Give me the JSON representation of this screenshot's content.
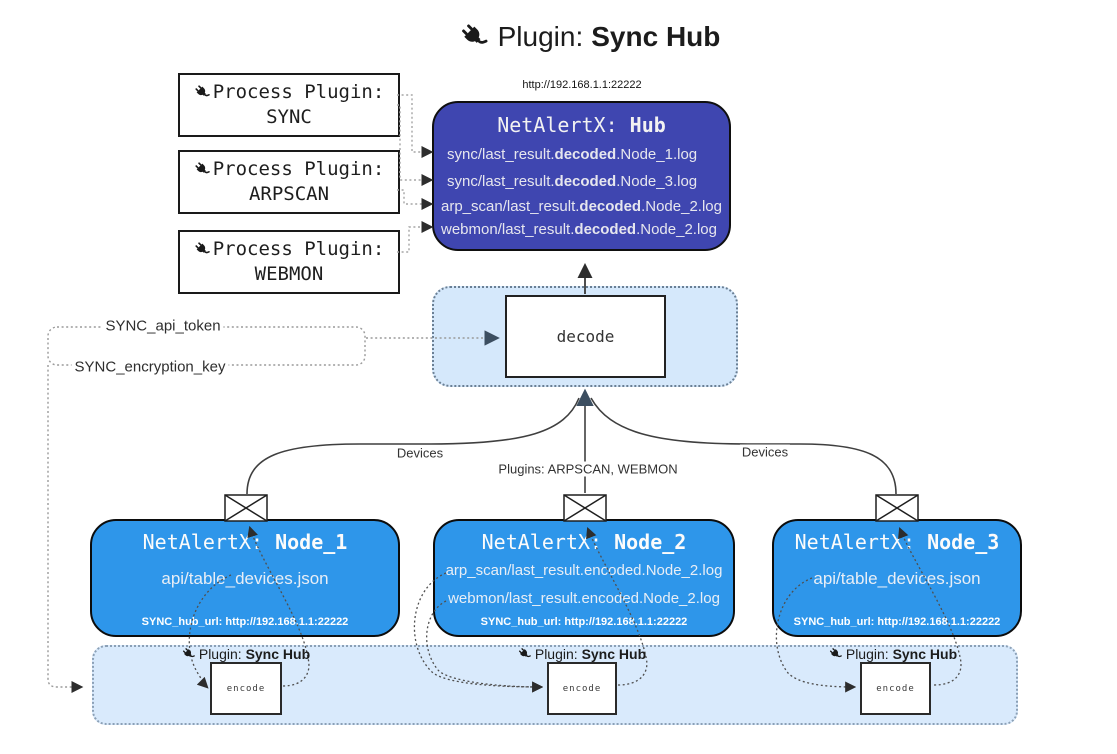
{
  "title": {
    "prefix": "Plugin:",
    "name": "Sync Hub"
  },
  "hub": {
    "url": "http://192.168.1.1:22222",
    "title_prefix": "NetAlertX: ",
    "title_name": "Hub",
    "logs": [
      {
        "pre": "sync/last_result.",
        "bold": "decoded",
        "post": ".Node_1.log"
      },
      {
        "pre": "sync/last_result.",
        "bold": "decoded",
        "post": ".Node_3.log"
      },
      {
        "pre": "arp_scan/last_result.",
        "bold": "decoded",
        "post": ".Node_2.log"
      },
      {
        "pre": "webmon/last_result.",
        "bold": "decoded",
        "post": ".Node_2.log"
      }
    ]
  },
  "process_plugins": [
    {
      "label": "Process Plugin:",
      "name": "SYNC"
    },
    {
      "label": "Process Plugin:",
      "name": "ARPSCAN"
    },
    {
      "label": "Process Plugin:",
      "name": "WEBMON"
    }
  ],
  "decode_label": "decode",
  "encode_label": "encode",
  "tokens": {
    "api_token": "SYNC_api_token",
    "encryption_key": "SYNC_encryption_key"
  },
  "edge_labels": {
    "left": "Devices",
    "center": "Plugins: ARPSCAN, WEBMON",
    "right": "Devices"
  },
  "nodes": [
    {
      "title_prefix": "NetAlertX: ",
      "title_name": "Node_1",
      "files": [
        "api/table_devices.json"
      ],
      "hub_url": "SYNC_hub_url: http://192.168.1.1:22222"
    },
    {
      "title_prefix": "NetAlertX: ",
      "title_name": "Node_2",
      "files": [
        "arp_scan/last_result.encoded.Node_2.log",
        "webmon/last_result.encoded.Node_2.log"
      ],
      "hub_url": "SYNC_hub_url: http://192.168.1.1:22222"
    },
    {
      "title_prefix": "NetAlertX: ",
      "title_name": "Node_3",
      "files": [
        "api/table_devices.json"
      ],
      "hub_url": "SYNC_hub_url: http://192.168.1.1:22222"
    }
  ],
  "encoder_label": {
    "prefix": "Plugin: ",
    "name": "Sync Hub"
  },
  "colors": {
    "hub": "#3f46b0",
    "node": "#2e96ea",
    "light_band": "#d5e8fb",
    "arrow": "#3c4e60"
  }
}
